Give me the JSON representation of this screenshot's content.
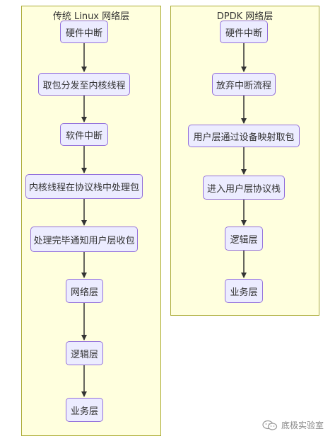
{
  "left_lane": {
    "title": "传统 Linux 网络层",
    "nodes": [
      "硬件中断",
      "取包分发至内核线程",
      "软件中断",
      "内核线程在协议栈中处理包",
      "处理完毕通知用户层收包",
      "网络层",
      "逻辑层",
      "业务层"
    ]
  },
  "right_lane": {
    "title": "DPDK 网络层",
    "nodes": [
      "硬件中断",
      "放弃中断流程",
      "用户层通过设备映射取包",
      "进入用户层协议栈",
      "逻辑层",
      "业务层"
    ]
  },
  "watermark": {
    "text": "底极实验室",
    "icon": "wechat-icon"
  },
  "colors": {
    "lane_fill": "#ffffde",
    "lane_border": "#aaaa33",
    "node_fill": "#ececff",
    "node_border": "#9370db",
    "arrow": "#333333"
  }
}
